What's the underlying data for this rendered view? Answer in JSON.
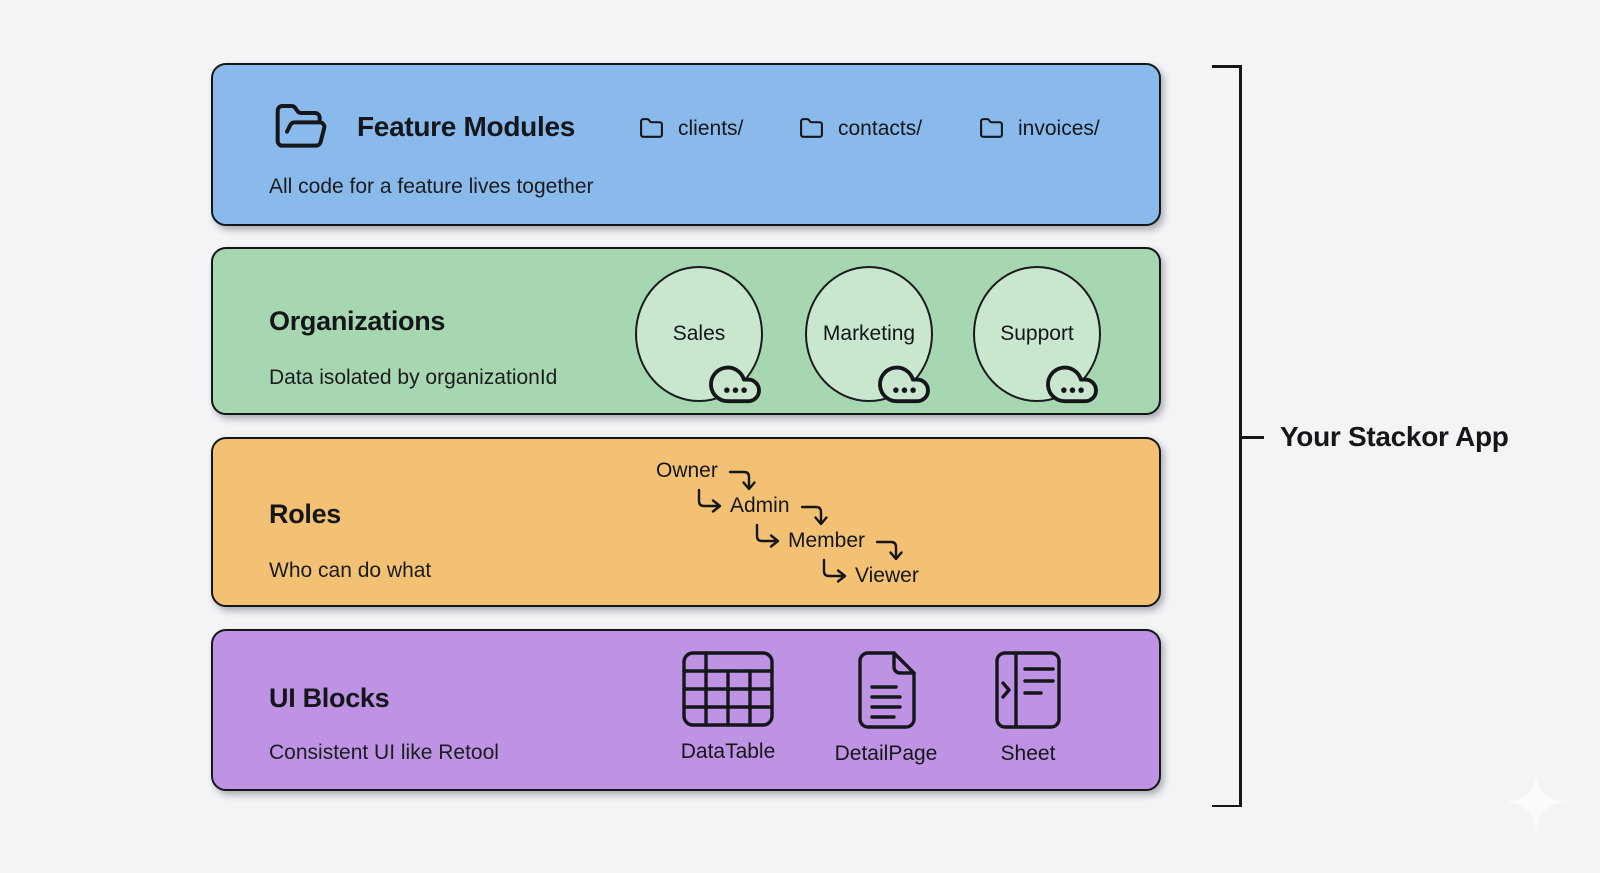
{
  "colors": {
    "page_bg": "#f2f4f6",
    "ink": "#15161a",
    "feature_modules_bg": "#8abaeb",
    "organizations_bg": "#a7d7b0",
    "org_circle_fill": "#c9e6ce",
    "roles_bg": "#f3c173",
    "ui_blocks_bg": "#bf93e4"
  },
  "bracket_label": "Your Stackor App",
  "bands": {
    "feature_modules": {
      "title": "Feature Modules",
      "subtitle": "All code for a feature lives together",
      "folders": [
        "clients/",
        "contacts/",
        "invoices/"
      ]
    },
    "organizations": {
      "title": "Organizations",
      "subtitle": "Data isolated by organizationId",
      "orgs": [
        "Sales",
        "Marketing",
        "Support"
      ]
    },
    "roles": {
      "title": "Roles",
      "subtitle": "Who can do what",
      "hierarchy": [
        "Owner",
        "Admin",
        "Member",
        "Viewer"
      ]
    },
    "ui_blocks": {
      "title": "UI Blocks",
      "subtitle": "Consistent UI like Retool",
      "blocks": [
        "DataTable",
        "DetailPage",
        "Sheet"
      ]
    }
  }
}
